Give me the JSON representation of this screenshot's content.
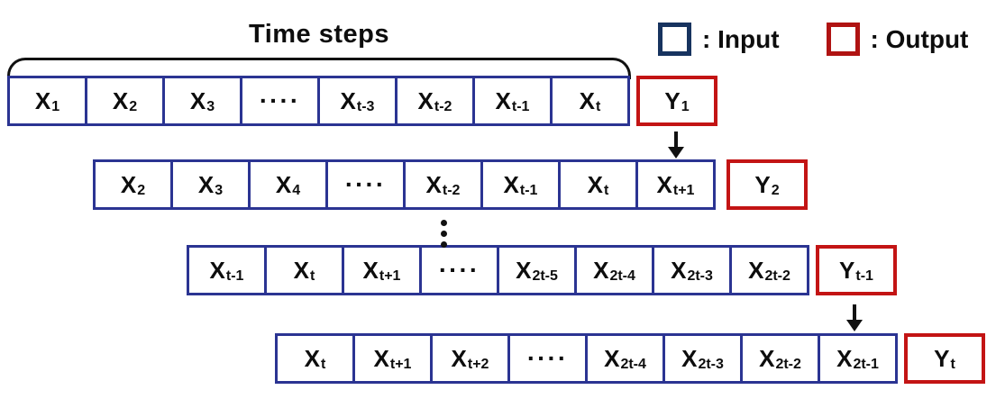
{
  "header": {
    "brace_label": "Time steps"
  },
  "legend": {
    "input": {
      "label": ": Input",
      "swatch_color": "#17335f"
    },
    "output": {
      "label": ": Output",
      "swatch_color": "#b01312"
    }
  },
  "colors": {
    "input_border": "#2b3492",
    "output_border": "#c31414",
    "text": "#0d0d0d"
  },
  "rows": [
    {
      "inputs": [
        {
          "base": "X",
          "sub": "1"
        },
        {
          "base": "X",
          "sub": "2"
        },
        {
          "base": "X",
          "sub": "3"
        },
        {
          "base": "····",
          "sub": ""
        },
        {
          "base": "X",
          "sub": "t-3"
        },
        {
          "base": "X",
          "sub": "t-2"
        },
        {
          "base": "X",
          "sub": "t-1"
        },
        {
          "base": "X",
          "sub": "t"
        }
      ],
      "output": {
        "base": "Y",
        "sub": "1"
      }
    },
    {
      "inputs": [
        {
          "base": "X",
          "sub": "2"
        },
        {
          "base": "X",
          "sub": "3"
        },
        {
          "base": "X",
          "sub": "4"
        },
        {
          "base": "····",
          "sub": ""
        },
        {
          "base": "X",
          "sub": "t-2"
        },
        {
          "base": "X",
          "sub": "t-1"
        },
        {
          "base": "X",
          "sub": "t"
        },
        {
          "base": "X",
          "sub": "t+1"
        }
      ],
      "output": {
        "base": "Y",
        "sub": "2"
      }
    },
    {
      "inputs": [
        {
          "base": "X",
          "sub": "t-1"
        },
        {
          "base": "X",
          "sub": "t"
        },
        {
          "base": "X",
          "sub": "t+1"
        },
        {
          "base": "····",
          "sub": ""
        },
        {
          "base": "X",
          "sub": "2t-5"
        },
        {
          "base": "X",
          "sub": "2t-4"
        },
        {
          "base": "X",
          "sub": "2t-3"
        },
        {
          "base": "X",
          "sub": "2t-2"
        }
      ],
      "output": {
        "base": "Y",
        "sub": "t-1"
      }
    },
    {
      "inputs": [
        {
          "base": "X",
          "sub": "t"
        },
        {
          "base": "X",
          "sub": "t+1"
        },
        {
          "base": "X",
          "sub": "t+2"
        },
        {
          "base": "····",
          "sub": ""
        },
        {
          "base": "X",
          "sub": "2t-4"
        },
        {
          "base": "X",
          "sub": "2t-3"
        },
        {
          "base": "X",
          "sub": "2t-2"
        },
        {
          "base": "X",
          "sub": "2t-1"
        }
      ],
      "output": {
        "base": "Y",
        "sub": "t"
      }
    }
  ]
}
